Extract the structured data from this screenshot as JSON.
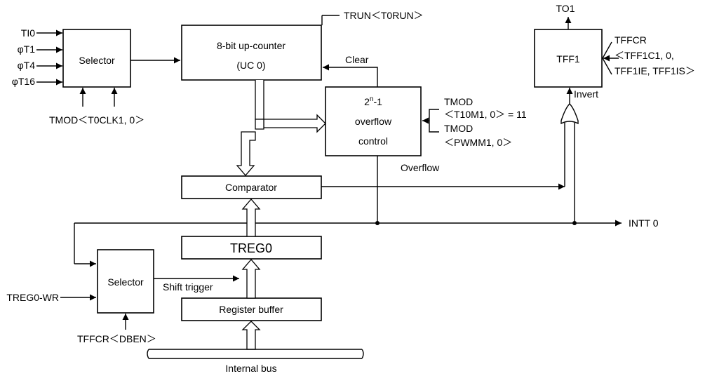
{
  "selector1": {
    "label": "Selector",
    "inputs": [
      "TI0",
      "φT1",
      "φT4",
      "φT16"
    ],
    "control": "TMOD＜T0CLK1, 0＞"
  },
  "counter": {
    "line1": "8-bit up-counter",
    "line2": "(UC 0)"
  },
  "trun": "TRUN＜T0RUN＞",
  "clear": "Clear",
  "overflow_ctrl": {
    "line1_base": "2",
    "line1_sup": "n",
    "line1_rest": "-1",
    "line2": "overflow",
    "line3": "control"
  },
  "tmod_t10m": {
    "line1": "TMOD",
    "line2": "＜T10M1, 0＞ = 11"
  },
  "tmod_pwmm": {
    "line1": "TMOD",
    "line2": "＜PWMM1, 0＞"
  },
  "overflow_label": "Overflow",
  "tff": {
    "label": "TFF1",
    "output": "TO1",
    "ctrl1": "TFFCR",
    "ctrl2": "＜TFF1C1, 0,",
    "ctrl3": "TFF1IE, TFF1IS＞",
    "invert": "Invert"
  },
  "comparator": "Comparator",
  "intt": "INTT 0",
  "treg": "TREG0",
  "selector2": {
    "label": "Selector",
    "input": "TREG0-WR",
    "control": "TFFCR＜DBEN＞",
    "shift": "Shift trigger"
  },
  "register_buffer": "Register buffer",
  "internal_bus": "Internal bus"
}
